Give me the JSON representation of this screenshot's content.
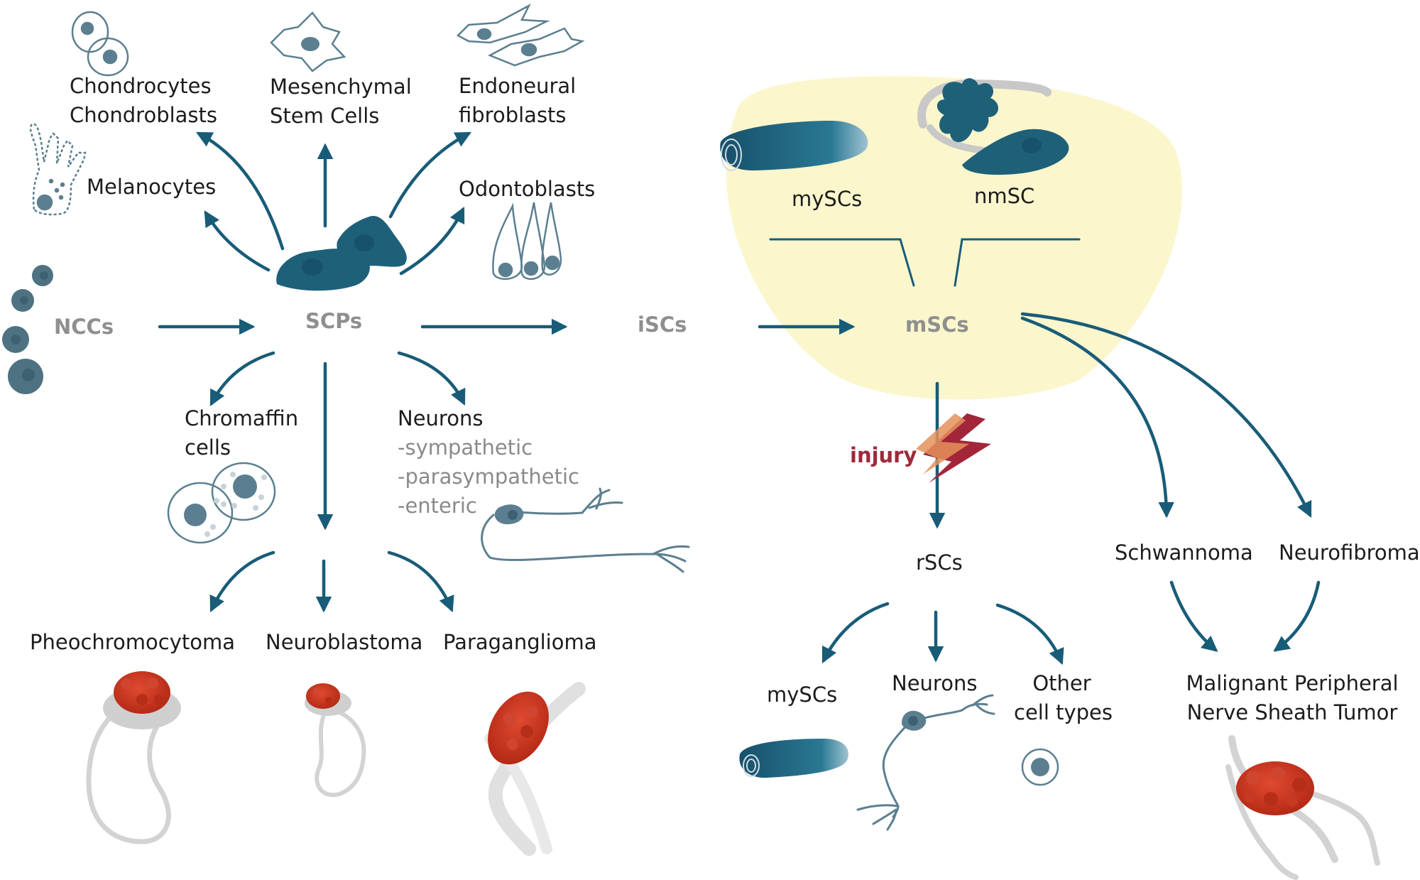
{
  "colors": {
    "arrow": "#185c78",
    "cell_fill": "#1f6079",
    "cell_outline": "#5b7f90",
    "node_text": "#8f8f8f",
    "highlight": "#fbf6cc",
    "tumor": "#cc3a22",
    "injury_text": "#9e2a3a",
    "nerve_gray": "#d3d3d3"
  },
  "nodes": {
    "nccs": "NCCs",
    "scps": "SCPs",
    "iscs": "iSCs",
    "mscs": "mSCs",
    "rscs": "rSCs"
  },
  "top": {
    "chondro": [
      "Chondrocytes",
      "Chondroblasts"
    ],
    "mesenchymal": [
      "Mesenchymal",
      "Stem Cells"
    ],
    "endoneural": [
      "Endoneural",
      "fibroblasts"
    ],
    "melanocytes": "Melanocytes",
    "odontoblasts": "Odontoblasts"
  },
  "myelin": {
    "myscs": "mySCs",
    "nmsc": "nmSC"
  },
  "scp_lineage": {
    "chromaffin": [
      "Chromaffin",
      "cells"
    ],
    "neurons_title": "Neurons",
    "neuron_subtypes": [
      "-sympathetic",
      "-parasympathetic",
      "-enteric"
    ]
  },
  "tumors_left": {
    "pheo": "Pheochromocytoma",
    "neuroblastoma": "Neuroblastoma",
    "paraganglioma": "Paraganglioma"
  },
  "injury": "injury",
  "repair": {
    "myscs": "mySCs",
    "neurons": "Neurons",
    "other": [
      "Other",
      "cell types"
    ]
  },
  "tumors_right": {
    "schwannoma": "Schwannoma",
    "neurofibroma": "Neurofibroma",
    "mpnst": [
      "Malignant Peripheral",
      "Nerve Sheath Tumor"
    ]
  }
}
